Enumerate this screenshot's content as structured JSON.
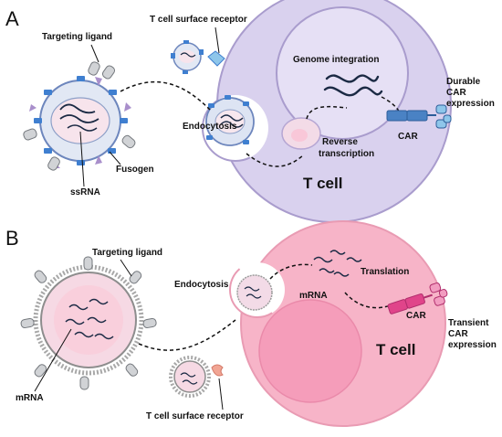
{
  "panels": {
    "a": {
      "letter": "A",
      "targeting_ligand": "Targeting ligand",
      "surface_receptor": "T cell surface receptor",
      "genome_integration": "Genome integration",
      "durable": [
        "Durable",
        "CAR",
        "expression"
      ],
      "endocytosis": "Endocytosis",
      "car": "CAR",
      "reverse_transcription": [
        "Reverse",
        "transcription"
      ],
      "fusogen": "Fusogen",
      "ssrna": "ssRNA",
      "t_cell": "T cell"
    },
    "b": {
      "letter": "B",
      "targeting_ligand": "Targeting ligand",
      "endocytosis": "Endocytosis",
      "translation": "Translation",
      "mrna_cell": "mRNA",
      "car": "CAR",
      "transient": [
        "Transient",
        "CAR",
        "expression"
      ],
      "t_cell": "T cell",
      "mrna_particle": "mRNA",
      "surface_receptor": "T cell surface receptor"
    }
  },
  "colors": {
    "t_cell_a": "#d9d1ee",
    "t_cell_a_stroke": "#a99ccd",
    "nucleus_a": "#e6e0f5",
    "receptor_a": "#8ec6ea",
    "car_a": "#4a82c4",
    "spike": "#3f7fd0",
    "t_cell_b": "#f7b4c8",
    "t_cell_b_stroke": "#e99bb3",
    "nucleus_b": "#f59dba",
    "car_b": "#e0448a",
    "receptor_b": "#f1a594"
  }
}
